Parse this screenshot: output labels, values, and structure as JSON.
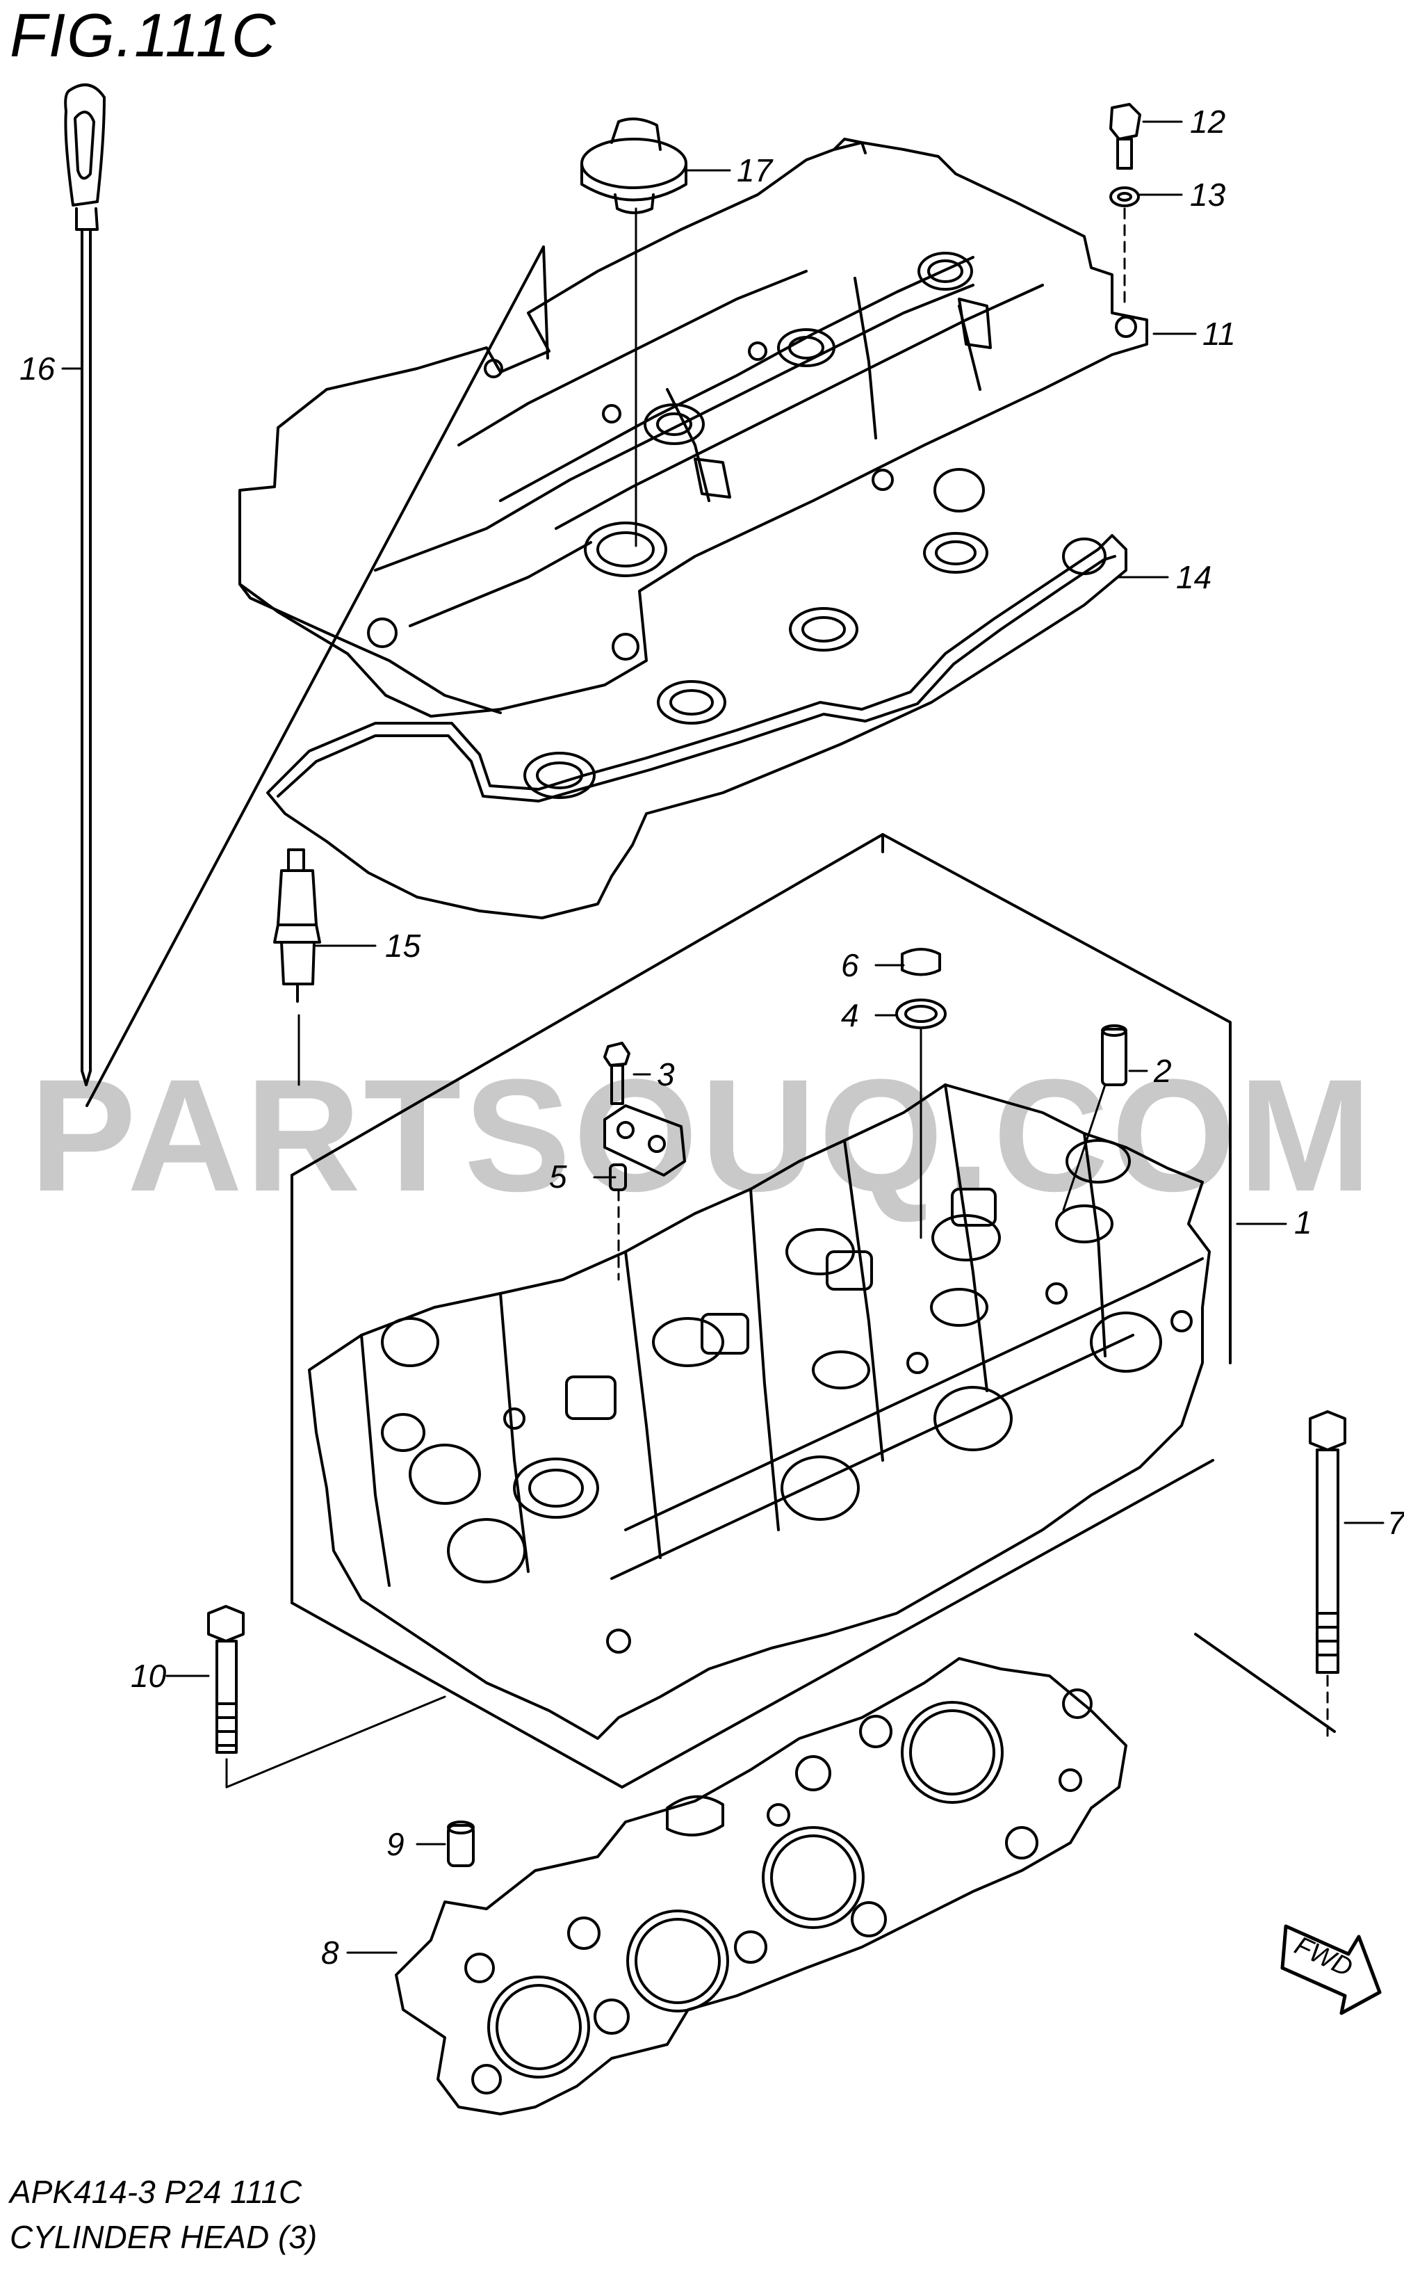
{
  "figure": {
    "title": "FIG.111C",
    "footer_code": "APK414-3 P24 111C",
    "footer_name": "CYLINDER HEAD (3)",
    "watermark": "PARTSOUQ.COM",
    "fwd_label": "FWD"
  },
  "callouts": [
    "1",
    "2",
    "3",
    "4",
    "5",
    "6",
    "7",
    "8",
    "9",
    "10",
    "11",
    "12",
    "13",
    "14",
    "15",
    "16",
    "17"
  ],
  "colors": {
    "line": "#000000",
    "watermark": "#c9c9c9",
    "background": "#ffffff"
  }
}
